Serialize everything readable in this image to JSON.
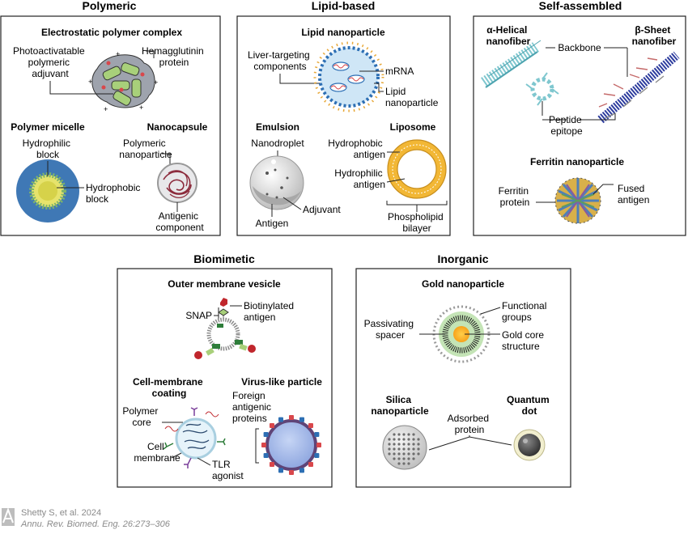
{
  "sections": {
    "polymeric": {
      "title": "Polymeric",
      "electrostatic": {
        "title": "Electrostatic polymer complex",
        "label_adjuvant": [
          "Photoactivatable",
          "polymeric",
          "adjuvant"
        ],
        "label_protein": [
          "Hemagglutinin",
          "protein"
        ]
      },
      "micelle": {
        "title": "Polymer micelle",
        "label_hydrophilic": [
          "Hydrophilic",
          "block"
        ],
        "label_hydrophobic": [
          "Hydrophobic",
          "block"
        ]
      },
      "nanocapsule": {
        "title": "Nanocapsule",
        "label_polymeric": [
          "Polymeric",
          "nanoparticle"
        ],
        "label_antigenic": [
          "Antigenic",
          "component"
        ]
      }
    },
    "lipid": {
      "title": "Lipid-based",
      "lnp": {
        "title": "Lipid nanoparticle",
        "label_liver": [
          "Liver-targeting",
          "components"
        ],
        "label_mrna": "mRNA",
        "label_lipid": [
          "Lipid",
          "nanoparticle"
        ]
      },
      "emulsion": {
        "title": "Emulsion",
        "label_nanodroplet": "Nanodroplet",
        "label_adjuvant": "Adjuvant",
        "label_antigen": "Antigen"
      },
      "liposome": {
        "title": "Liposome",
        "label_hydrophobic": [
          "Hydrophobic",
          "antigen"
        ],
        "label_hydrophilic": [
          "Hydrophilic",
          "antigen"
        ],
        "label_bilayer": [
          "Phospholipid",
          "bilayer"
        ]
      }
    },
    "selfassembled": {
      "title": "Self-assembled",
      "alpha": [
        "α-Helical",
        "nanofiber"
      ],
      "beta": [
        "β-Sheet",
        "nanofiber"
      ],
      "label_backbone": "Backbone",
      "label_peptide": [
        "Peptide",
        "epitope"
      ],
      "ferritin": {
        "title": "Ferritin nanoparticle",
        "label_ferritin": [
          "Ferritin",
          "protein"
        ],
        "label_fused": [
          "Fused",
          "antigen"
        ]
      }
    },
    "biomimetic": {
      "title": "Biomimetic",
      "omv": {
        "title": "Outer membrane vesicle",
        "label_snap": "SNAP",
        "label_biotin": [
          "Biotinylated",
          "antigen"
        ]
      },
      "cellmem": {
        "title": [
          "Cell-membrane",
          "coating"
        ],
        "label_core": [
          "Polymer",
          "core"
        ],
        "label_membrane": [
          "Cell",
          "membrane"
        ],
        "label_tlr": [
          "TLR",
          "agonist"
        ]
      },
      "vlp": {
        "title": "Virus-like particle",
        "label_foreign": [
          "Foreign",
          "antigenic",
          "proteins"
        ]
      }
    },
    "inorganic": {
      "title": "Inorganic",
      "gold": {
        "title": "Gold nanoparticle",
        "label_functional": [
          "Functional",
          "groups"
        ],
        "label_passivating": [
          "Passivating",
          "spacer"
        ],
        "label_core": [
          "Gold core",
          "structure"
        ]
      },
      "silica": [
        "Silica",
        "nanoparticle"
      ],
      "quantum": [
        "Quantum",
        "dot"
      ],
      "label_adsorbed": [
        "Adsorbed",
        "protein"
      ]
    }
  },
  "citation": {
    "line1": "Shetty S, et al. 2024",
    "line2": "Annu. Rev. Biomed. Eng. 26:273–306"
  },
  "colors": {
    "micelle_outer": "#3f78b5",
    "micelle_core": "#e6e36c",
    "lnp_fill": "#cfe6f6",
    "liposome": "#f2b735",
    "gold_core": "#f7a21b",
    "alpha_fiber": "#7fc7cf",
    "beta_fiber": "#2e3d9e",
    "vlp_fill": "#9fb5e6",
    "vlp_red": "#d9474b",
    "vlp_blue": "#2d6fb4"
  }
}
